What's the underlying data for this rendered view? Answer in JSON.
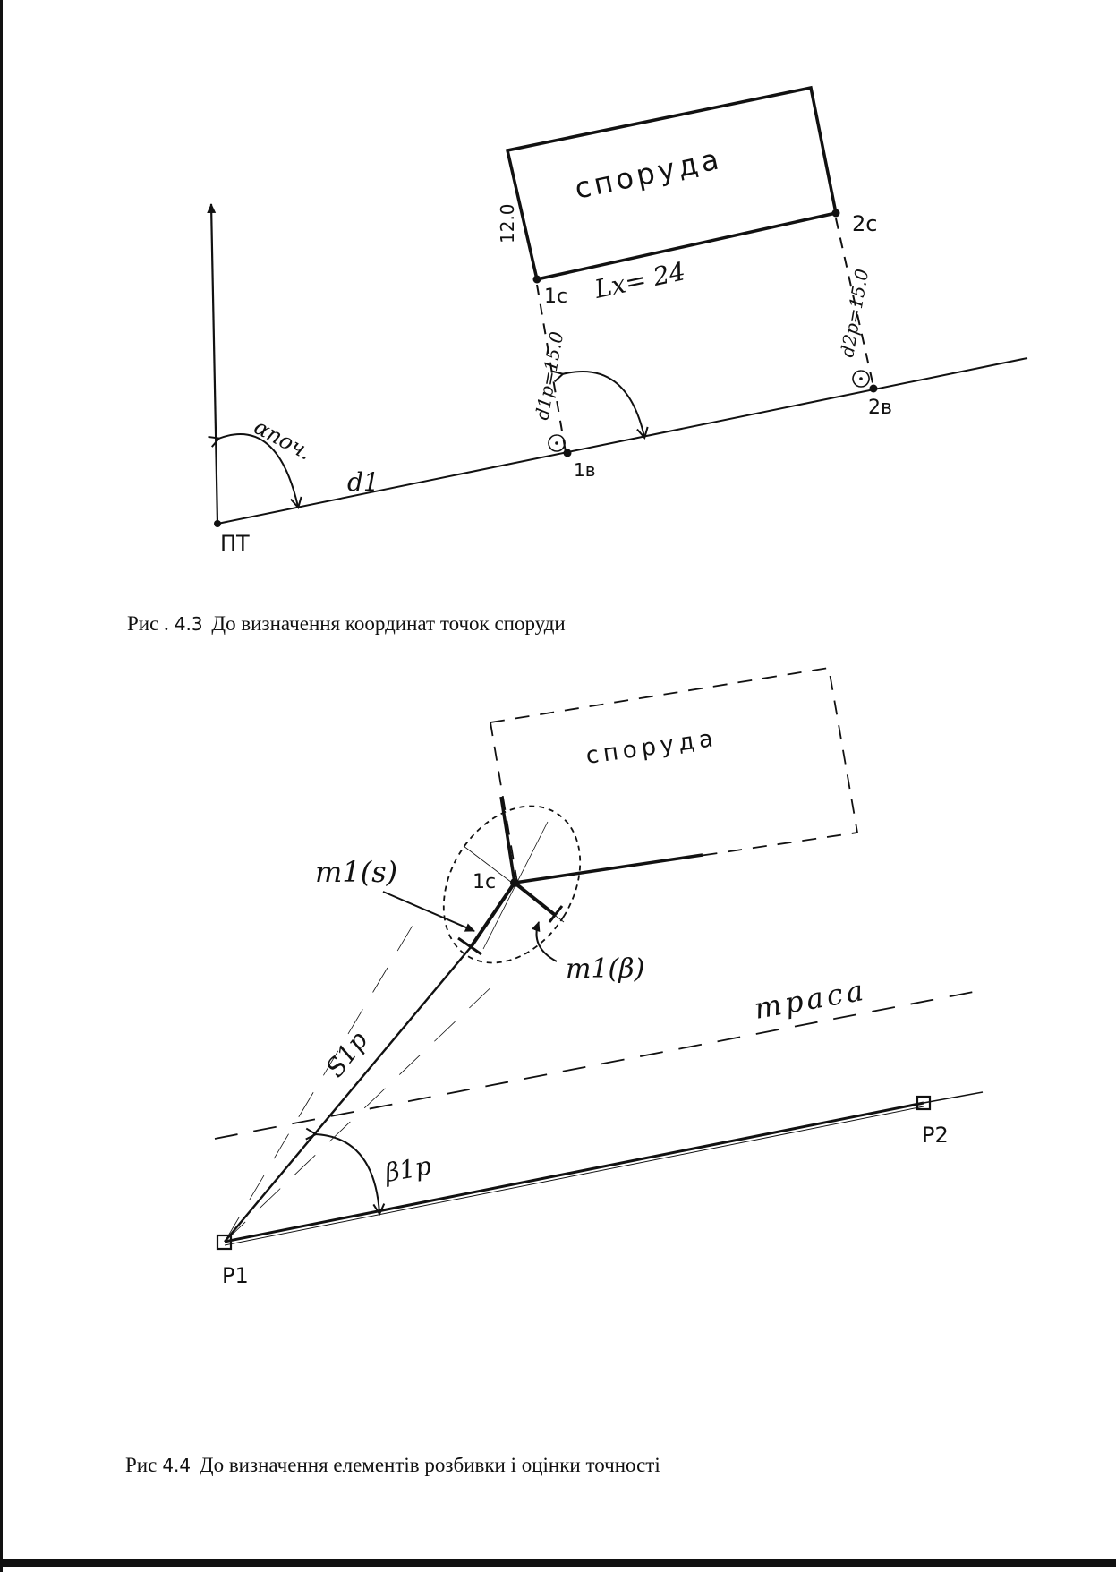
{
  "figure_1": {
    "caption_prefix": "Рис .",
    "caption_number": "4.3",
    "caption_text": "До визначення координат точок споруди",
    "labels": {
      "structure": "споруда",
      "side_short": "12.0",
      "side_long": "Lx= 24",
      "point_1c": "1с",
      "point_2c": "2с",
      "point_1v": "1в",
      "point_2v": "2в",
      "offset_1": "d1р=15.0",
      "offset_2": "d2р=15.0",
      "start_point": "ПТ",
      "initial_azimuth": "αпоч.",
      "distance_1": "d1"
    }
  },
  "figure_2": {
    "caption_prefix": "Рис",
    "caption_number": "4.4",
    "caption_text": "До визначення елементів розбивки і оцінки точності",
    "labels": {
      "structure": "споруда",
      "point_1c": "1с",
      "error_distance": "m1(s)",
      "error_angle": "m1(β)",
      "route": "траса",
      "distance": "S1р",
      "angle": "β1р",
      "station_1": "P1",
      "station_2": "P2"
    }
  }
}
